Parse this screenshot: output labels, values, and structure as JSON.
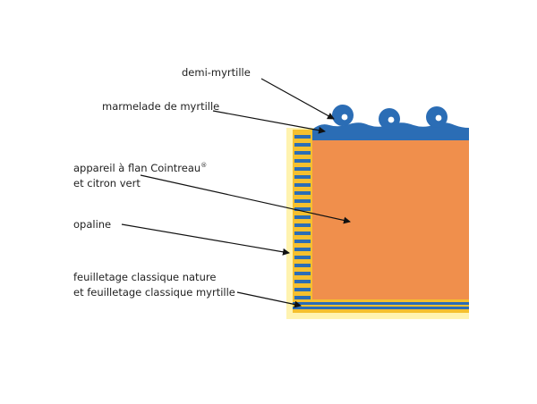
{
  "colors": {
    "cream": "#FFF3B0",
    "blue": "#2B6DB5",
    "orange": "#F08F4C",
    "yellow": "#F5C02E",
    "arrow": "#111111"
  },
  "layers": {
    "demi_myrtille": "demi-myrtille",
    "marmelade": "marmelade de myrtille",
    "flan_line1": "appareil à flan Cointreau",
    "flan_reg": "®",
    "flan_line2": "et citron vert",
    "opaline": "opaline",
    "feuilletage_line1": "feuilletage classique nature",
    "feuilletage_line2": "et feuilletage classique myrtille"
  }
}
